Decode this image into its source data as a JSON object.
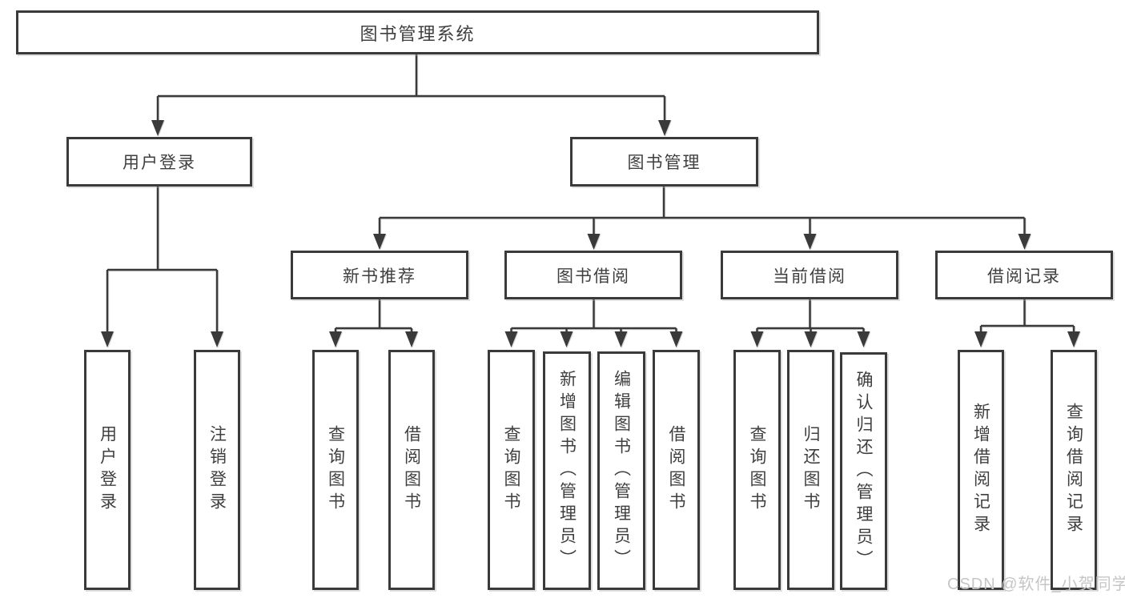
{
  "diagram_type": "hierarchy-tree",
  "colors": {
    "background": "#ffffff",
    "line": "#3a3a3a",
    "box_border": "#3a3a3a",
    "text": "#3f3f3f",
    "watermark": "#c6c6c6"
  },
  "nodes": {
    "root": "图书管理系统",
    "user_login": "用户登录",
    "book_mgmt": "图书管理",
    "new_book_rec": "新书推荐",
    "book_borrow": "图书借阅",
    "current_borrow": "当前借阅",
    "borrow_records": "借阅记录",
    "leaf_user_login": "用户登录",
    "leaf_logout": "注销登录",
    "rec_query_book": "查询图书",
    "rec_borrow_book": "借阅图书",
    "bor_query_book": "查询图书",
    "bor_add_book": "新增图书（管理员）",
    "bor_edit_book": "编辑图书（管理员）",
    "bor_borrow_book": "借阅图书",
    "cur_query_book": "查询图书",
    "cur_return_book": "归还图书",
    "cur_confirm_return": "确认归还（管理员）",
    "log_add_record": "新增借阅记录",
    "log_query_record": "查询借阅记录"
  },
  "watermark": "CSDN @软件_小贺同学"
}
